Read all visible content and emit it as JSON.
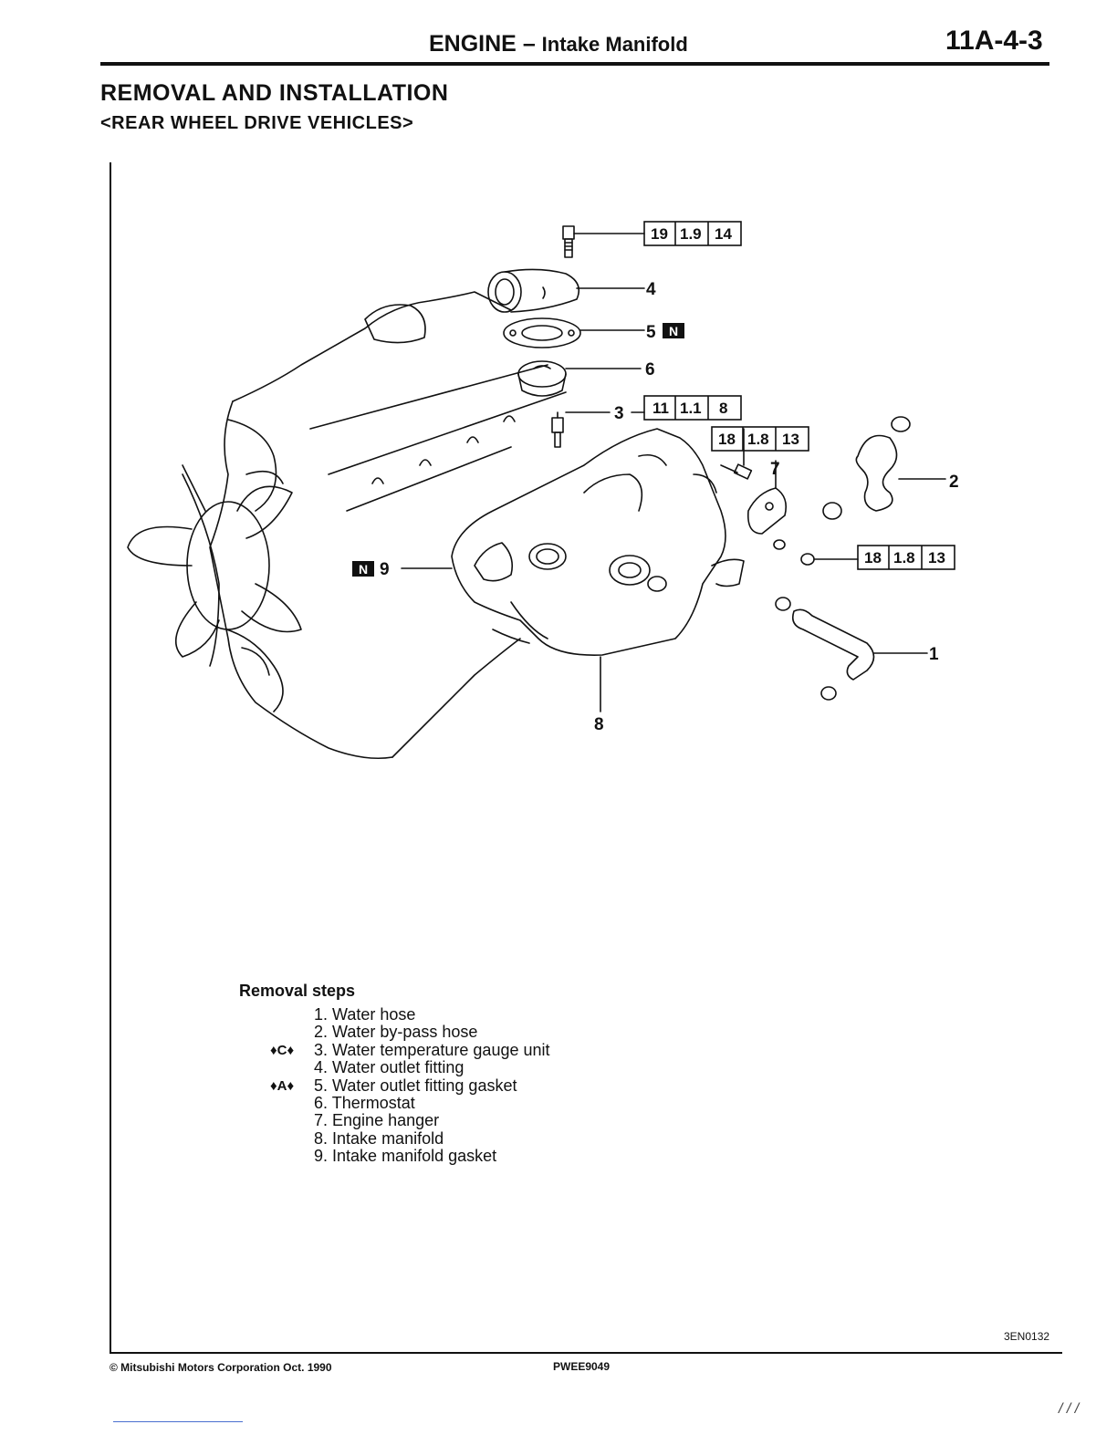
{
  "header": {
    "section": "ENGINE",
    "dash": "–",
    "subject": "Intake Manifold",
    "page_number": "11A-4-3"
  },
  "headings": {
    "title": "REMOVAL AND INSTALLATION",
    "subtitle": "<REAR WHEEL DRIVE VEHICLES>"
  },
  "diagram": {
    "callouts": {
      "c1": "1",
      "c2": "2",
      "c3": "3",
      "c4": "4",
      "c5": "5",
      "c6": "6",
      "c7": "7",
      "c8": "8",
      "c9": "9"
    },
    "new_part_symbol": "N",
    "torque_specs": {
      "top_bolt": [
        "19",
        "1.9",
        "14"
      ],
      "gauge_unit": [
        "11",
        "1.1",
        "8"
      ],
      "hanger_bolt": [
        "18",
        "1.8",
        "13"
      ],
      "hanger_nut": [
        "18",
        "1.8",
        "13"
      ]
    }
  },
  "removal": {
    "heading": "Removal steps",
    "steps": [
      {
        "num": "1.",
        "text": "Water hose",
        "marker": ""
      },
      {
        "num": "2.",
        "text": "Water by-pass hose",
        "marker": ""
      },
      {
        "num": "3.",
        "text": "Water temperature gauge unit",
        "marker": "♦C♦"
      },
      {
        "num": "4.",
        "text": "Water outlet fitting",
        "marker": ""
      },
      {
        "num": "5.",
        "text": "Water outlet fitting gasket",
        "marker": "♦A♦"
      },
      {
        "num": "6.",
        "text": "Thermostat",
        "marker": ""
      },
      {
        "num": "7.",
        "text": "Engine hanger",
        "marker": ""
      },
      {
        "num": "8.",
        "text": "Intake manifold",
        "marker": ""
      },
      {
        "num": "9.",
        "text": "Intake manifold gasket",
        "marker": ""
      }
    ]
  },
  "figure_code": "3EN0132",
  "footer": {
    "copyright": "© Mitsubishi Motors Corporation   Oct. 1990",
    "doc_code": "PWEE9049"
  },
  "corner_mark": "/ / /"
}
